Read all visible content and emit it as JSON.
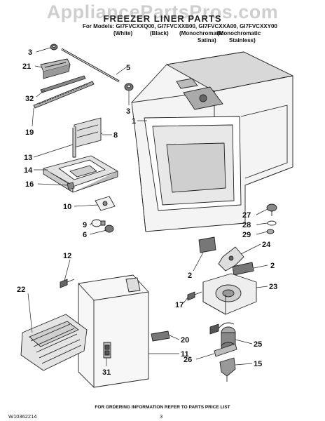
{
  "header": {
    "watermark": "AppliancePartsPros.com",
    "title": "FREEZER LINER PARTS",
    "models_line": "For Models: GI7FVCXXQ00, GI7FVCXXB00, GI7FVCXXA00, GI7FVCXXY00",
    "variants": [
      "(White)",
      "(Black)",
      "(Monochromatic",
      "(Monochromatic"
    ],
    "variants_sub": [
      "Satina)",
      "Stainless)"
    ]
  },
  "callouts": [
    "3",
    "21",
    "32",
    "19",
    "5",
    "3",
    "1",
    "8",
    "13",
    "14",
    "16",
    "10",
    "9",
    "6",
    "27",
    "28",
    "29",
    "24",
    "2",
    "2",
    "23",
    "12",
    "22",
    "17",
    "20",
    "11",
    "31",
    "25",
    "26",
    "15"
  ],
  "footer": {
    "instruction": "FOR ORDERING INFORMATION REFER TO PARTS PRICE LIST",
    "doc_number": "W10362214",
    "page_number": "3"
  }
}
